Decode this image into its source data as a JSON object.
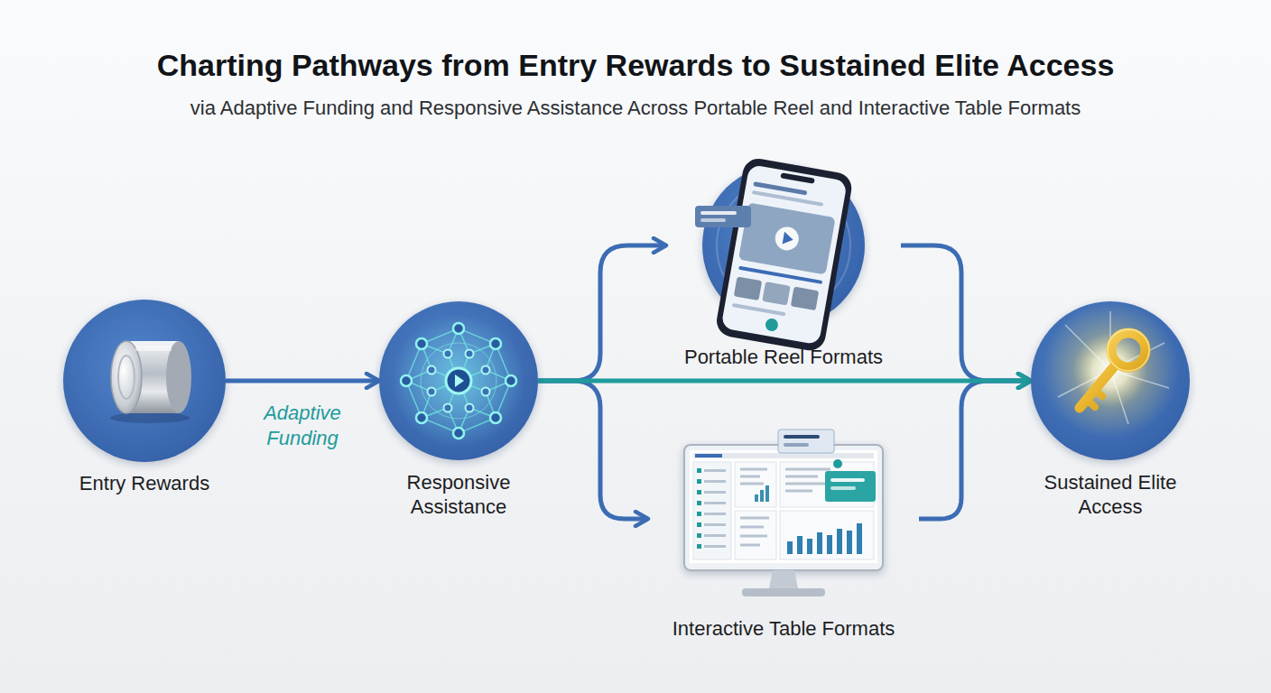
{
  "diagram": {
    "title": "Charting Pathways from Entry Rewards to Sustained Elite Access",
    "caption": "via Adaptive Funding and Responsive Assistance Across Portable Reel and Interactive Table Formats",
    "nodes": [
      {
        "text": [
          "Entry Rewards"
        ]
      },
      {
        "text": [
          "Responsive Assistance"
        ]
      },
      {
        "text": [
          "Portable Reel Formats"
        ]
      },
      {
        "text": [
          "Interactive Table Formats"
        ]
      },
      {
        "text": [
          "Sustained Elite Access"
        ]
      }
    ],
    "edges": [
      {
        "from": 0,
        "to": 1,
        "arrow": "to",
        "label": "Adaptive Funding"
      },
      {
        "from": 1,
        "to": 2,
        "arrow": "to"
      },
      {
        "from": 1,
        "to": 3,
        "arrow": "to"
      },
      {
        "from": 1,
        "to": 4,
        "arrow": "to"
      },
      {
        "from": 2,
        "to": 4,
        "arrow": "to"
      },
      {
        "from": 3,
        "to": 4,
        "arrow": "to"
      }
    ]
  }
}
